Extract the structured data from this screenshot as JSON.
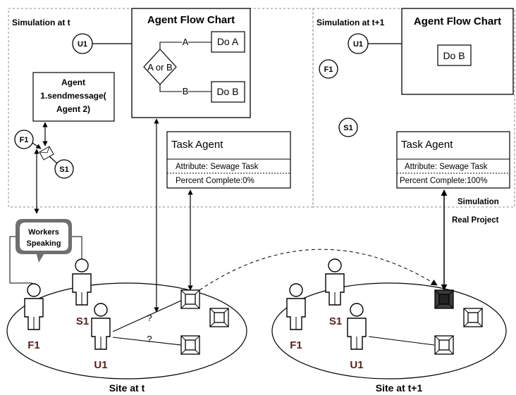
{
  "left_panel": {
    "title": "Simulation at t",
    "u1": "U1",
    "flow_chart": {
      "title": "Agent Flow Chart",
      "decision": "A or B",
      "branch_a": "A",
      "branch_b": "B",
      "do_a": "Do A",
      "do_b": "Do B"
    },
    "agent_box": {
      "line1": "Agent",
      "line2": "1.sendmessage(",
      "line3": "Agent 2)"
    },
    "f1": "F1",
    "s1": "S1",
    "task_agent": {
      "title": "Task Agent",
      "attribute": "Attribute: Sewage Task",
      "percent": "Percent Complete:0%"
    }
  },
  "right_panel": {
    "title": "Simulation at t+1",
    "u1": "U1",
    "f1": "F1",
    "s1": "S1",
    "flow_chart": {
      "title": "Agent Flow Chart",
      "do_b": "Do B"
    },
    "task_agent": {
      "title": "Task Agent",
      "attribute": "Attribute: Sewage Task",
      "percent": "Percent Complete:100%"
    }
  },
  "divider_labels": {
    "simulation": "Simulation",
    "real_project": "Real Project"
  },
  "site_left": {
    "speech": {
      "line1": "Workers",
      "line2": "Speaking"
    },
    "s1": "S1",
    "f1": "F1",
    "u1": "U1",
    "question": "?",
    "caption": "Site  at t"
  },
  "site_right": {
    "s1": "S1",
    "f1": "F1",
    "u1": "U1",
    "caption": "Site  at t+1"
  },
  "colors": {
    "person_label": "#5a1f1f",
    "done_box": "#3c3c3c",
    "line": "#000000",
    "dashed_border": "#888888"
  }
}
